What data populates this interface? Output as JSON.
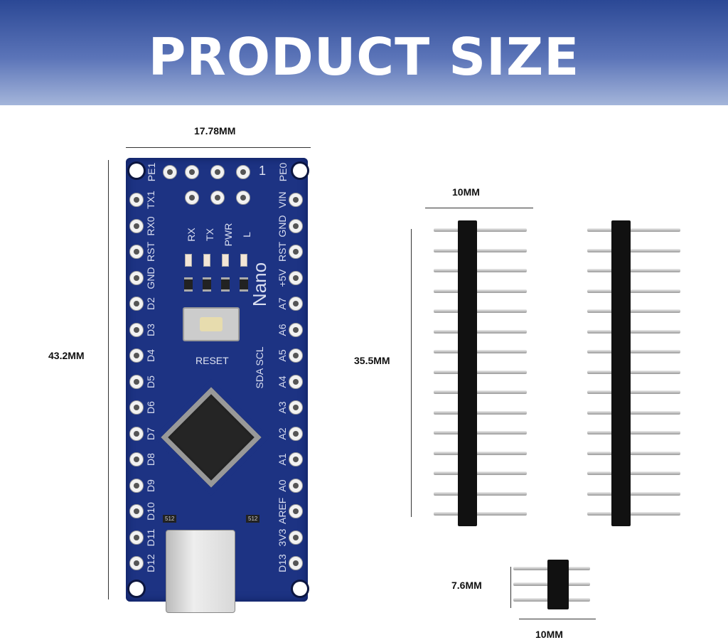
{
  "title": "PRODUCT SIZE",
  "dimensions": {
    "board_width": "17.78MM",
    "board_height": "43.2MM",
    "header_width": "10MM",
    "header_length": "35.5MM",
    "small_header_height": "7.6MM",
    "small_header_width": "10MM"
  },
  "board": {
    "name": "Nano",
    "left_top": "PE1",
    "right_top": "PE0",
    "left_pins": [
      "TX1",
      "RX0",
      "RST",
      "GND",
      "D2",
      "D3",
      "D4",
      "D5",
      "D6",
      "D7",
      "D8",
      "D9",
      "D10",
      "D11",
      "D12"
    ],
    "right_pins": [
      "VIN",
      "GND",
      "RST",
      "+5V",
      "A7",
      "A6",
      "A5",
      "A4",
      "A3",
      "A2",
      "A1",
      "A0",
      "AREF",
      "3V3",
      "D13"
    ],
    "leds": [
      "RX",
      "TX",
      "PWR",
      "L"
    ],
    "reset": "RESET",
    "i2c": "SDA SCL",
    "pin1": "1",
    "resistor": "512"
  },
  "header_pin_count": 15,
  "small_header_pin_count": 3
}
